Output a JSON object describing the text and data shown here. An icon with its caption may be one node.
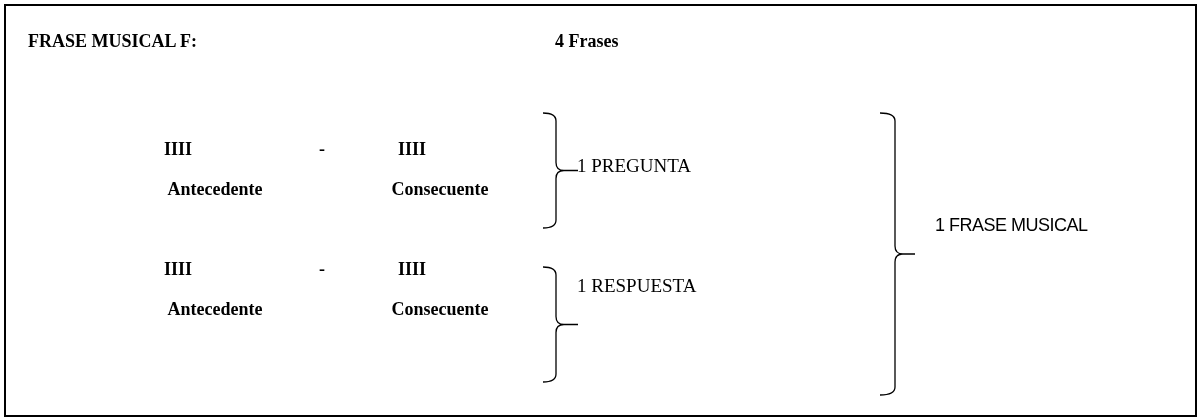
{
  "diagram": {
    "title": "FRASE MUSICAL F:",
    "labels": [
      "4 Frases",
      "IIII",
      "-",
      "IIII",
      "1 PREGUNTA",
      "Antecedente",
      "Consecuente",
      "1 FRASE MUSICAL",
      "IIII",
      "-",
      "IIII",
      "1 RESPUESTA",
      "Antecedente",
      "Consecuente"
    ]
  }
}
